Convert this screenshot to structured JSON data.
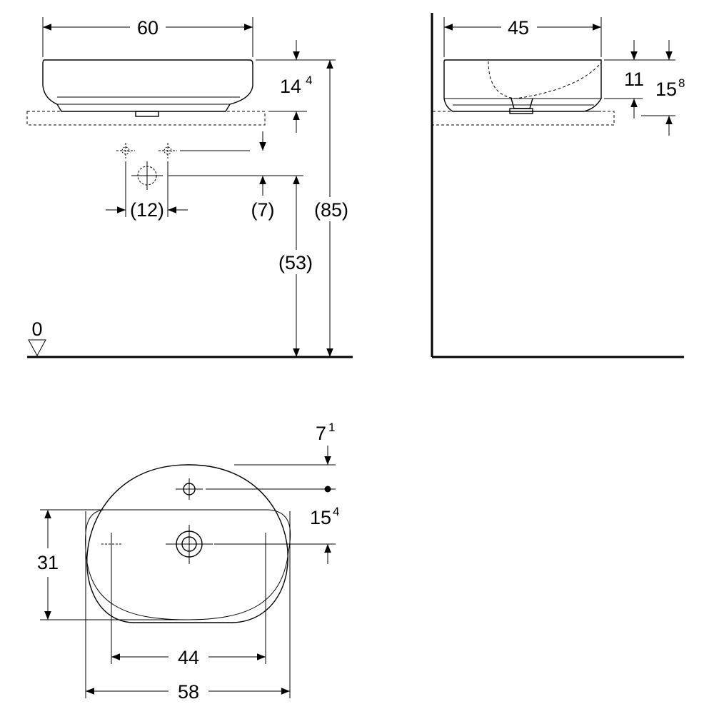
{
  "front_view": {
    "width": "60",
    "basin_height": "14",
    "basin_height_sup": "4",
    "hole_spacing": "(12)",
    "drain_offset": "(7)",
    "total_height": "(85)",
    "waste_height": "(53)",
    "floor_level": "0"
  },
  "side_view": {
    "depth": "45",
    "bowl_depth": "11",
    "rim_height": "15",
    "rim_height_sup": "8"
  },
  "top_view": {
    "tap_offset": "7",
    "tap_offset_sup": "1",
    "drain_offset": "15",
    "drain_offset_sup": "4",
    "inner_depth": "31",
    "fixing_spacing": "44",
    "overall_width": "58"
  }
}
